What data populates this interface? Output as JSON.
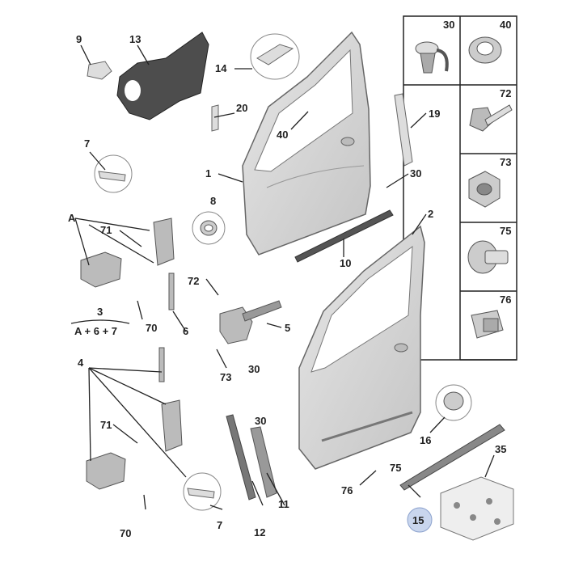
{
  "labels": {
    "l1": "1",
    "l2": "2",
    "l3": "3",
    "l4": "4",
    "l5": "5",
    "l6": "6",
    "l7a": "7",
    "l7b": "7",
    "l8": "8",
    "l9": "9",
    "l10": "10",
    "l11": "11",
    "l12": "12",
    "l13": "13",
    "l14": "14",
    "l15": "15",
    "l16": "16",
    "l19": "19",
    "l20": "20",
    "l30a": "30",
    "l30b": "30",
    "l30c": "30",
    "l35": "35",
    "l40": "40",
    "l70a": "70",
    "l70b": "70",
    "l71a": "71",
    "l71b": "71",
    "l72": "72",
    "l73": "73",
    "l75": "75",
    "l76": "76",
    "lA": "A"
  },
  "formula": {
    "number": "3",
    "expression": "A + 6 + 7"
  },
  "legend": [
    {
      "id": "30",
      "icon": "clip-icon"
    },
    {
      "id": "40",
      "icon": "grommet-icon"
    },
    {
      "id": "72",
      "icon": "bolt-icon"
    },
    {
      "id": "73",
      "icon": "hex-nut-icon"
    },
    {
      "id": "75",
      "icon": "push-rivet-icon"
    },
    {
      "id": "76",
      "icon": "trim-clip-icon"
    }
  ],
  "colors": {
    "highlight": "#c9d6ee",
    "part": "#d9d9d9",
    "part_dark": "#5a5a5a",
    "line": "#222222"
  }
}
